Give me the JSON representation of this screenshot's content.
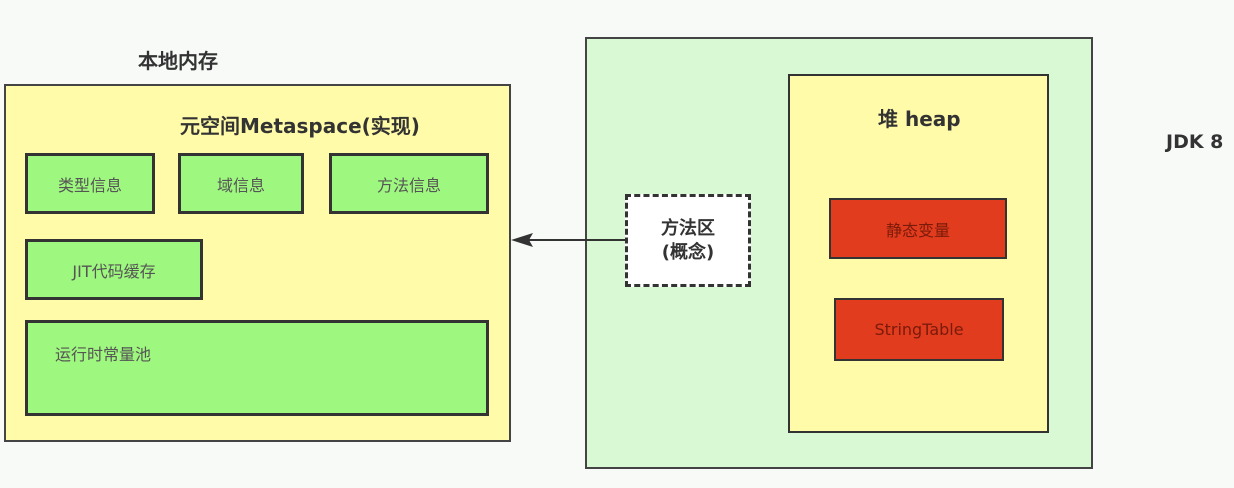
{
  "diagram": {
    "native_memory": {
      "label": "本地内存",
      "metaspace_title": "元空间Metaspace(实现)",
      "items": [
        {
          "label": "类型信息"
        },
        {
          "label": "域信息"
        },
        {
          "label": "方法信息"
        },
        {
          "label": "JIT代码缓存"
        },
        {
          "label": "运行时常量池"
        }
      ]
    },
    "jvm": {
      "method_area": {
        "line1": "方法区",
        "line2": "(概念)"
      },
      "heap": {
        "title": "堆 heap",
        "items": [
          {
            "label": "静态变量"
          },
          {
            "label": "StringTable"
          }
        ]
      }
    },
    "version_label": "JDK 8",
    "colors": {
      "native_bg": "#fffba8",
      "item_green": "#9ef77f",
      "jvm_bg": "#d9f9d4",
      "heap_bg": "#fffba8",
      "red_item": "#e23c1e",
      "border": "#333333"
    },
    "arrow": {
      "from": "方法区",
      "to": "元空间Metaspace(实现)"
    }
  }
}
